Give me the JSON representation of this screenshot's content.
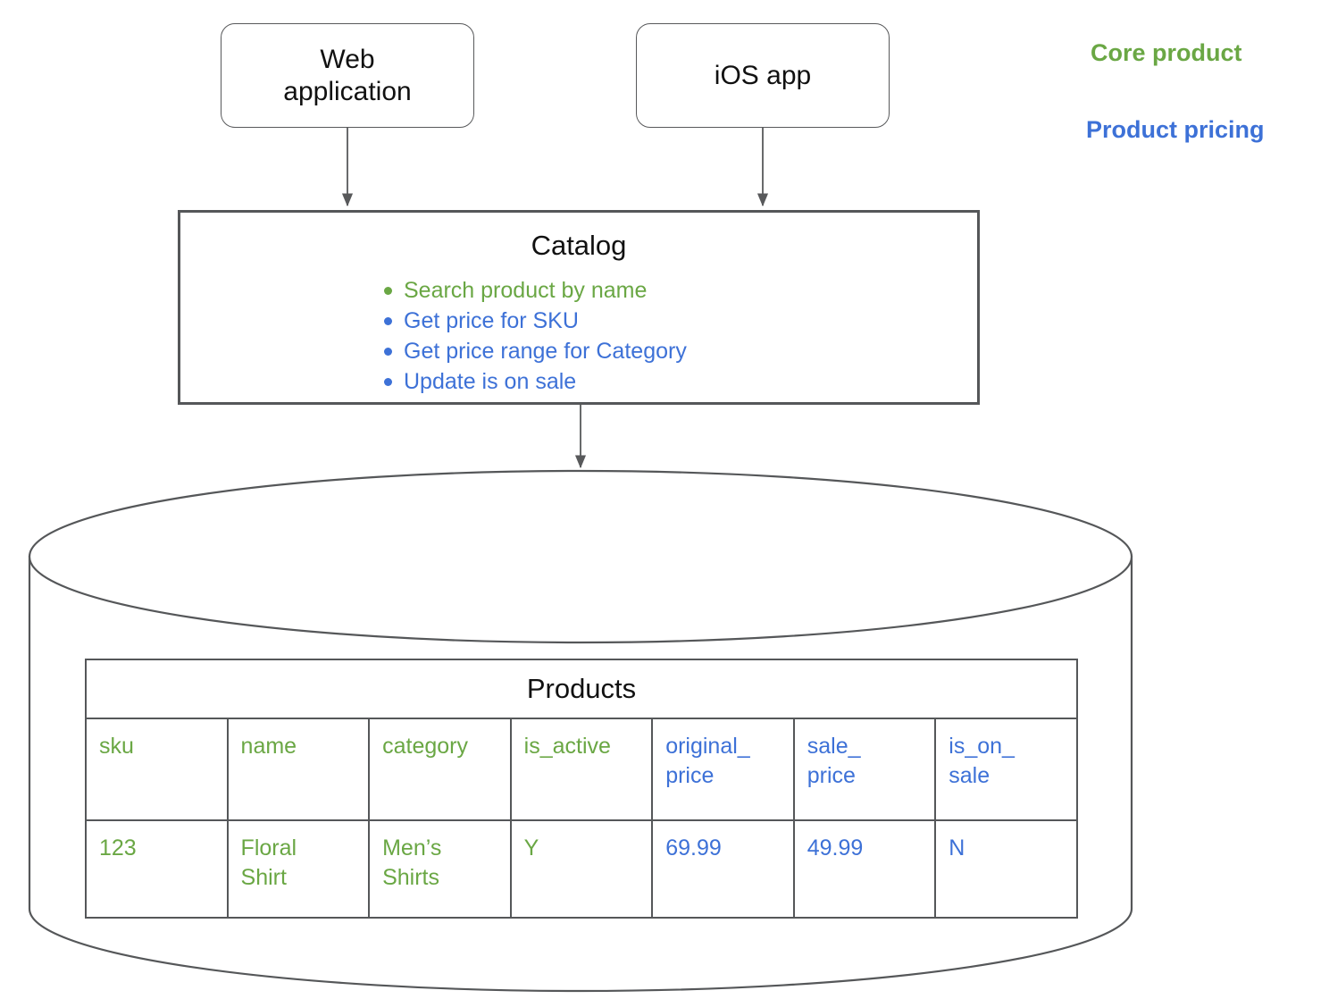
{
  "clients": [
    {
      "name": "web-application",
      "label": "Web\napplication"
    },
    {
      "name": "ios-app",
      "label": "iOS app"
    }
  ],
  "client_labels": {
    "web_application_line1": "Web",
    "web_application_line2": "application",
    "ios_app": "iOS app"
  },
  "catalog": {
    "title": "Catalog",
    "operations": [
      {
        "label": "Search product by name",
        "group": "core"
      },
      {
        "label": "Get price for SKU",
        "group": "pricing"
      },
      {
        "label": "Get price range for Category",
        "group": "pricing"
      },
      {
        "label": "Update is on sale",
        "group": "pricing"
      }
    ]
  },
  "legend": {
    "core_product": "Core product",
    "product_pricing": "Product pricing"
  },
  "colors": {
    "core_product": "#6aa744",
    "product_pricing": "#3d71d7",
    "stroke": "#555759",
    "client_stroke": "#58595b",
    "text": "#111111"
  },
  "database": {
    "table_title": "Products",
    "columns": [
      {
        "label": "sku",
        "group": "core"
      },
      {
        "label": "name",
        "group": "core"
      },
      {
        "label": "category",
        "group": "core"
      },
      {
        "label": "is_active",
        "group": "core"
      },
      {
        "label": "original_\nprice",
        "group": "pricing",
        "line1": "original_",
        "line2": "price"
      },
      {
        "label": "sale_\nprice",
        "group": "pricing",
        "line1": "sale_",
        "line2": "price"
      },
      {
        "label": "is_on_\nsale",
        "group": "pricing",
        "line1": "is_on_",
        "line2": "sale"
      }
    ],
    "rows": [
      {
        "sku": {
          "value": "123",
          "group": "core"
        },
        "name": {
          "line1": "Floral",
          "line2": "Shirt",
          "group": "core"
        },
        "category": {
          "line1": "Men’s",
          "line2": "Shirts",
          "group": "core"
        },
        "is_active": {
          "value": "Y",
          "group": "core"
        },
        "original_price": {
          "value": "69.99",
          "group": "pricing"
        },
        "sale_price": {
          "value": "49.99",
          "group": "pricing"
        },
        "is_on_sale": {
          "value": "N",
          "group": "pricing"
        }
      }
    ]
  },
  "edges": [
    {
      "from": "web-application",
      "to": "catalog"
    },
    {
      "from": "ios-app",
      "to": "catalog"
    },
    {
      "from": "catalog",
      "to": "database"
    }
  ]
}
